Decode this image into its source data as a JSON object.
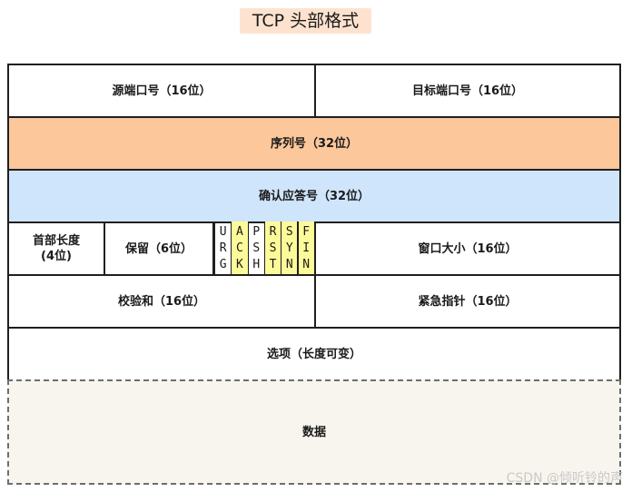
{
  "title": "TCP 头部格式",
  "rows": {
    "src_port": "源端口号（16位）",
    "dst_port": "目标端口号（16位）",
    "seq": "序列号（32位）",
    "ack": "确认应答号（32位）",
    "header_len_line1": "首部长度",
    "header_len_line2": "(4位)",
    "reserved": "保留（6位）",
    "window": "窗口大小（16位）",
    "checksum": "校验和（16位）",
    "urgent": "紧急指针（16位）",
    "options": "选项（长度可变）",
    "data": "数据"
  },
  "flags": [
    {
      "name": "URG",
      "letters": [
        "U",
        "R",
        "G"
      ],
      "highlight": false
    },
    {
      "name": "ACK",
      "letters": [
        "A",
        "C",
        "K"
      ],
      "highlight": true
    },
    {
      "name": "PSH",
      "letters": [
        "P",
        "S",
        "H"
      ],
      "highlight": false
    },
    {
      "name": "RST",
      "letters": [
        "R",
        "S",
        "T"
      ],
      "highlight": true
    },
    {
      "name": "SYN",
      "letters": [
        "S",
        "Y",
        "N"
      ],
      "highlight": true
    },
    {
      "name": "FIN",
      "letters": [
        "F",
        "I",
        "N"
      ],
      "highlight": true
    }
  ],
  "colors": {
    "seq_row": "#fbc79b",
    "ack_row": "#cfe5fc",
    "flag_highlight": "#fdfa9a",
    "data_row": "#f8f5ee",
    "title_bg": "#fde3cf"
  },
  "watermark": "CSDN @倾听铃的声"
}
